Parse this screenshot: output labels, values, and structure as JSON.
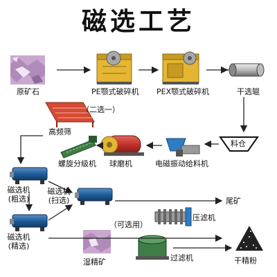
{
  "title": "磁选工艺",
  "labels": {
    "raw_ore": "原矿石",
    "pe_crusher": "PE颚式破碎机",
    "pex_crusher": "PEX颚式破碎机",
    "dryer": "干选辊",
    "bin": "料仓",
    "screen_note": "（二选一）",
    "high_freq_screen": "高频筛",
    "spiral_classifier": "螺旋分级机",
    "ball_mill": "球磨机",
    "vibrating_feeder": "电磁振动给料机",
    "separator_rough_1": "磁选机",
    "separator_rough_2": "(粗选)",
    "separator_scan_1": "磁选机",
    "separator_scan_2": "(扫选)",
    "tailings": "尾矿",
    "separator_fine_1": "磁选机",
    "separator_fine_2": "(精选)",
    "optional_note": "（可选用）",
    "filter_press": "压滤机",
    "wet_concentrate": "湿精矿",
    "vacuum_filter": "过滤机",
    "dry_concentrate": "干精粉"
  },
  "colors": {
    "crusher_body": "#e5b632",
    "crusher_frame": "#8a6a1c",
    "ore": "#c9a8d0",
    "ore_dark": "#8e6a9e",
    "screen_red": "#d64a33",
    "mill_red": "#c4302a",
    "classifier_green": "#3f7d46",
    "separator_blue": "#1f5e9c",
    "arrow": "#222222"
  }
}
